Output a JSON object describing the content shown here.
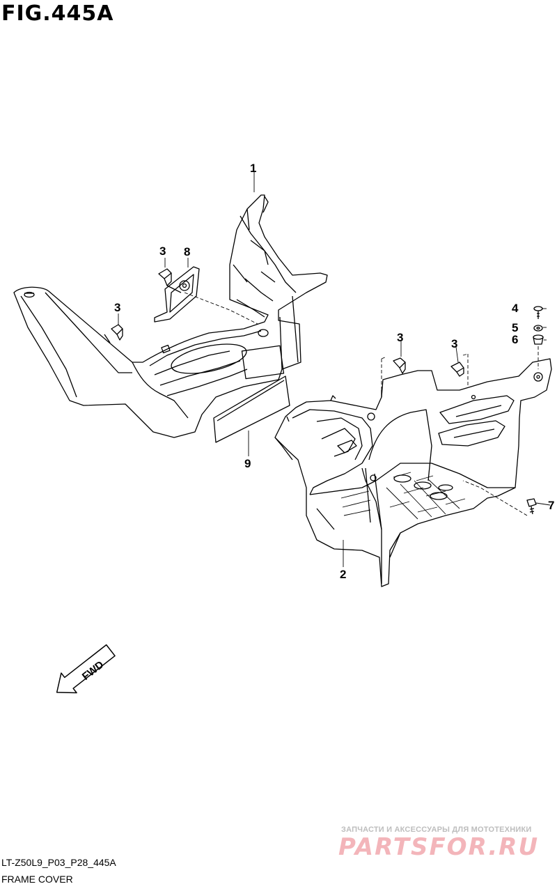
{
  "figure": {
    "title": "FIG.445A",
    "code": "LT-Z50L9_P03_P28_445A",
    "name": "FRAME COVER"
  },
  "callouts": {
    "part_1": "1",
    "part_2": "2",
    "part_3_a": "3",
    "part_3_b": "3",
    "part_3_c": "3",
    "part_3_d": "3",
    "part_4": "4",
    "part_5": "5",
    "part_6": "6",
    "part_7": "7",
    "part_8": "8",
    "part_9": "9"
  },
  "fwd_label": "FWD",
  "watermark": {
    "tagline": "ЗАПЧАСТИ И АКСЕССУАРЫ ДЛЯ МОТОТЕХНИКИ",
    "logo": "PARTSFOR.RU"
  }
}
